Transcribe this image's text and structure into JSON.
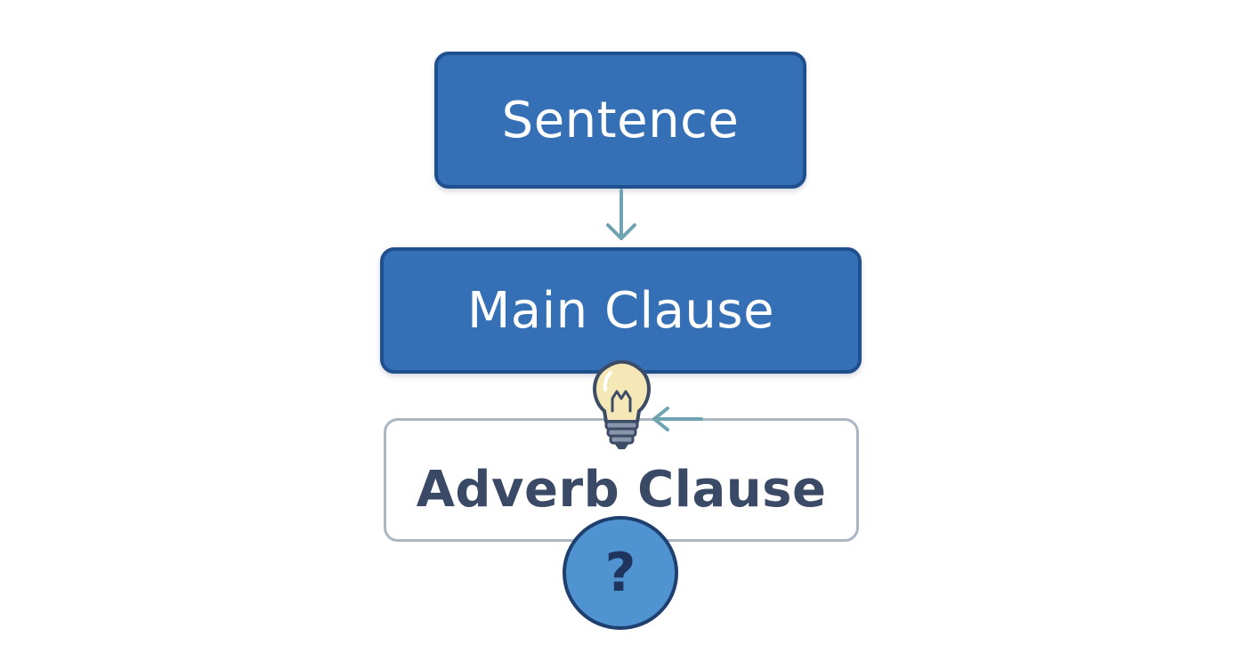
{
  "diagram": {
    "nodes": {
      "sentence": "Sentence",
      "main_clause": "Main Clause",
      "adverb_clause": "Adverb Clause"
    },
    "question_mark": "?",
    "icons": [
      "lightbulb-icon",
      "question-icon"
    ],
    "colors": {
      "primary_fill": "#3570b7",
      "primary_border": "#1f4f8c",
      "secondary_border": "#aab6c4",
      "arrow": "#6fa3b0",
      "bulb": "#f6e7b6",
      "question_fill": "#4f94d0"
    }
  }
}
